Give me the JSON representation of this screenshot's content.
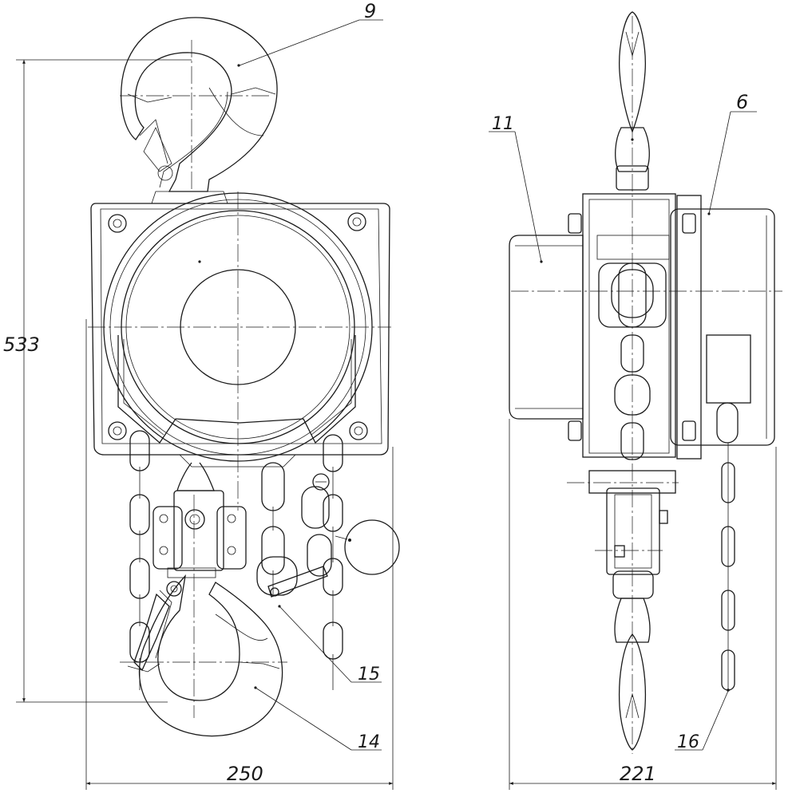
{
  "dimensions": {
    "height": "533",
    "width_front": "250",
    "width_side": "221"
  },
  "callouts": {
    "hook_top": "9",
    "housing_side": "6",
    "gear_cover": "11",
    "hand_chain_guide": "15",
    "load_hook": "14",
    "hand_chain": "16"
  }
}
